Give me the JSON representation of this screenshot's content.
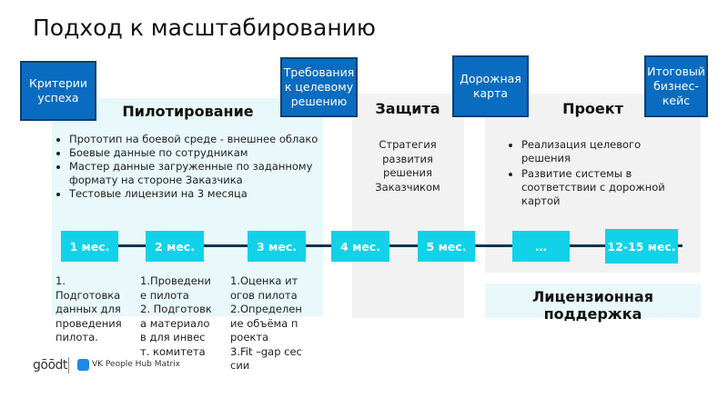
{
  "title": "Подход к масштабированию",
  "phases": {
    "pilot": {
      "title": "Пилотирование",
      "bullets": [
        "Прототип на боевой среде - внешнее облако",
        "Боевые данные по сотрудникам",
        "Мастер данные загруженные по заданному формату на стороне Заказчика",
        "Тестовые лицензии на 3 месяца"
      ]
    },
    "defense": {
      "title": "Защита",
      "text": "Стратегия развития решения Заказчиком"
    },
    "project": {
      "title": "Проект",
      "bullets": [
        "Реализация целевого решения",
        "Развитие системы в соответствии с дорожной картой"
      ]
    },
    "license": {
      "title": "Лицензионная поддержка"
    }
  },
  "milestones": [
    "Критерии успеха",
    "Требования к целевому решению",
    "Дорожная карта",
    "Итоговый бизнес-кейс"
  ],
  "months": [
    "1 мес.",
    "2 мес.",
    "3 мес.",
    "4 мес.",
    "5 мес.",
    "…",
    "12-15 мес."
  ],
  "notes": [
    "1. Подготовка данных для проведения пилота.",
    "1.Проведение пилота\n2. Подготовка материалов для инвест. комитета",
    "1.Оценка итогов пилота\n2.Определение объёма проекта\n3.Fit –gap сессии"
  ],
  "logos": {
    "good": "gōōdt",
    "vk": "VK People Hub  Matrix"
  },
  "colors": {
    "milestone": "#0a6cc0",
    "month": "#11d2e8",
    "timeline": "#12344f",
    "light_cyan": "#e8f8fb",
    "light_gray": "#f2f2f2"
  }
}
